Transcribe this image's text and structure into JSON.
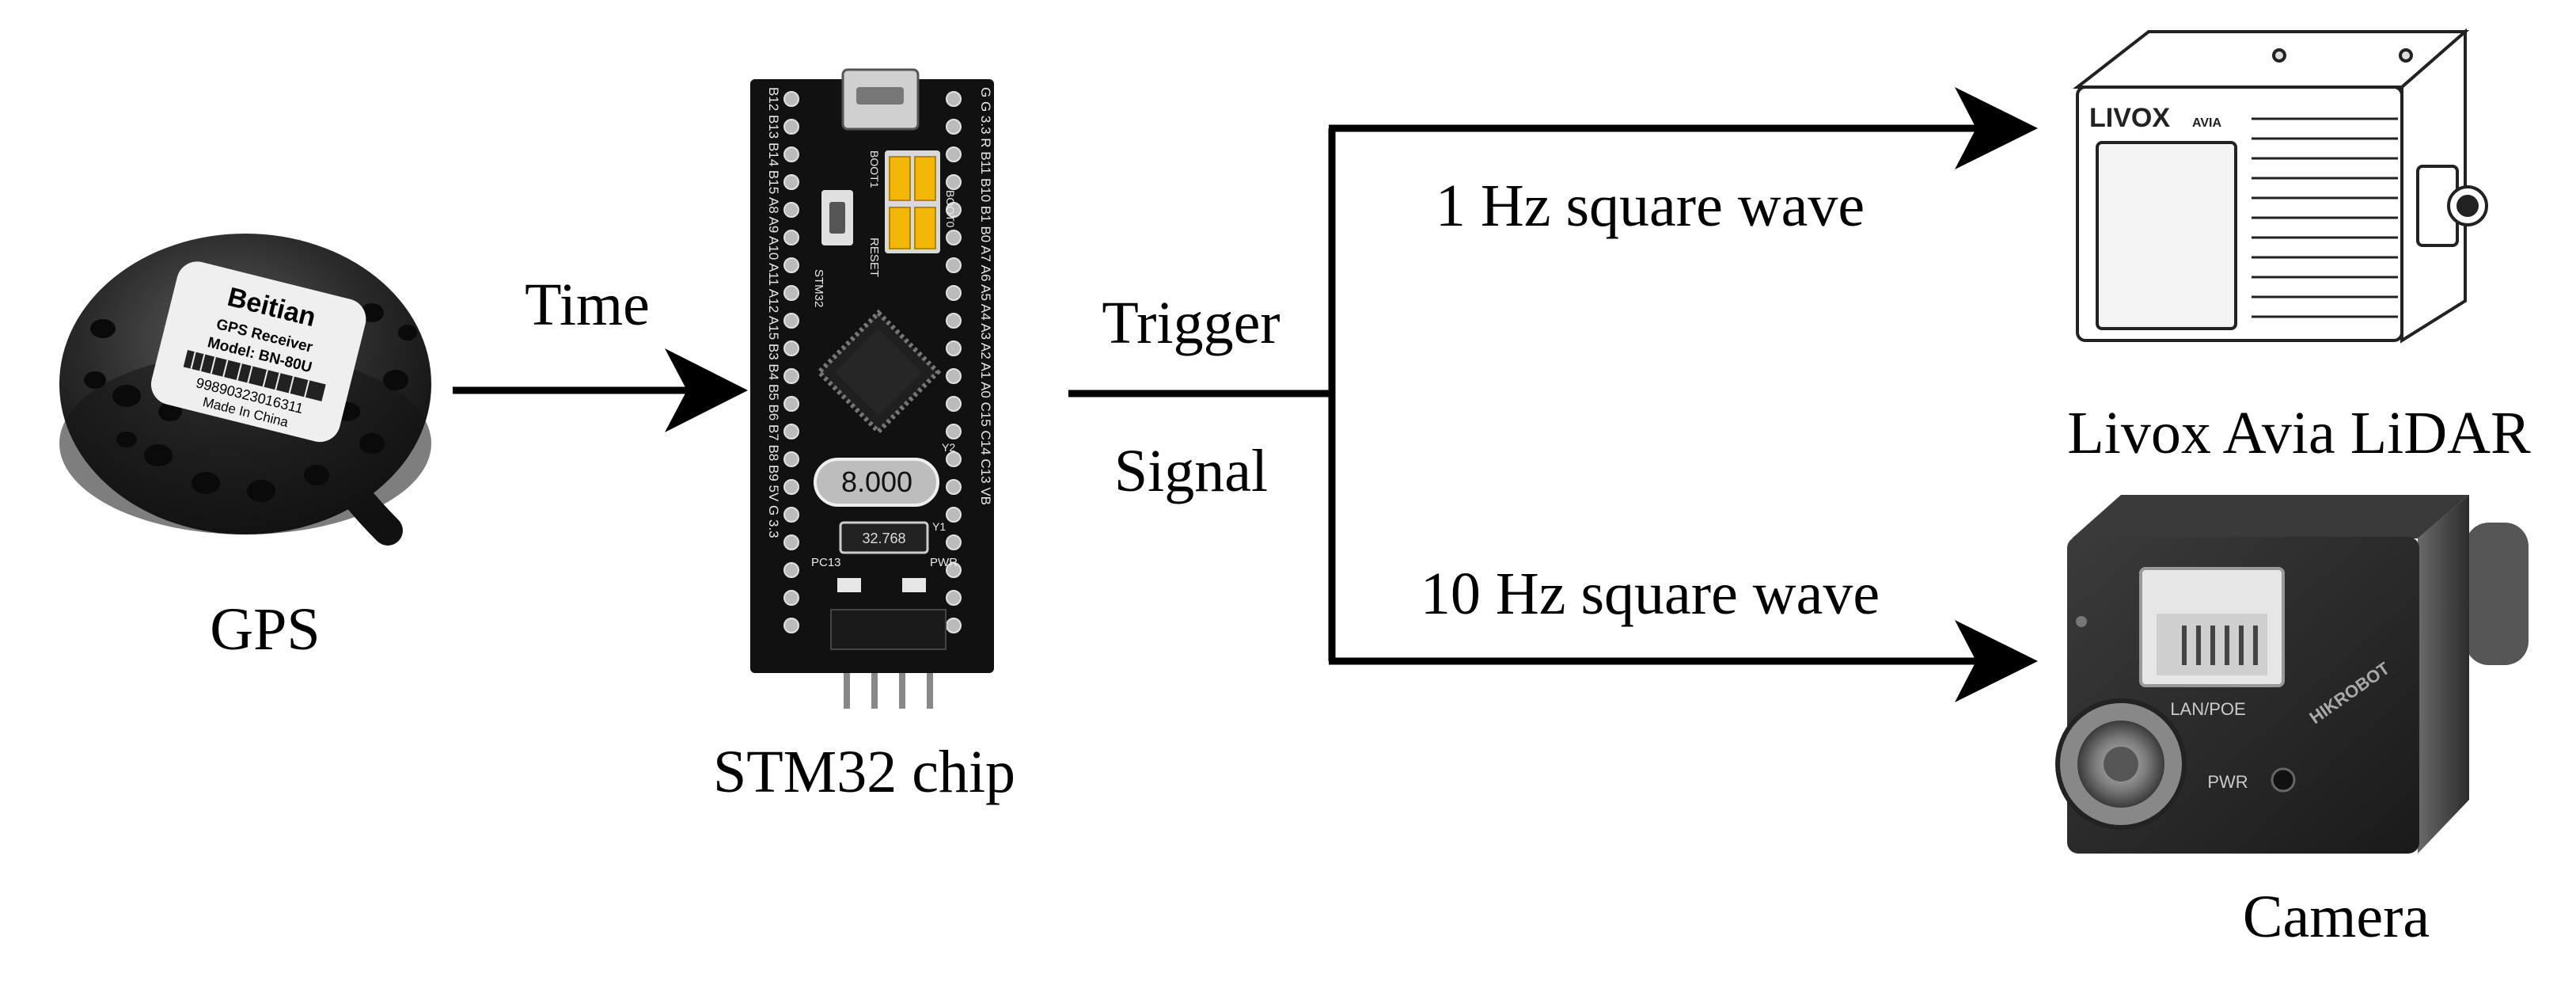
{
  "diagram": {
    "nodes": {
      "gps": {
        "label": "GPS",
        "device_text": {
          "brand": "Beitian",
          "line1": "GPS Receiver",
          "line2": "Model: BN-80U",
          "line3": "99890323016311",
          "line4": "Made In China"
        }
      },
      "stm32": {
        "label": "STM32 chip",
        "board_text": {
          "left_pins": "B12 B13 B14 B15 A8 A9 A10 A11 A12 A15 B3 B4 B5 B6 B7 B8 B9 5V G 3.3",
          "right_pins": "G G 3.3 R B11 B10 B1 B0 A7 A6 A5 A4 A3 A2 A1 A0 C15 C14 C13 VB",
          "boot0": "BOOT0",
          "boot1": "BOOT1",
          "reset": "RESET",
          "chip": "STM32",
          "crystal": "8.000",
          "crystal2": "32.768",
          "pc13": "PC13",
          "pwr": "PWR",
          "y1": "Y1",
          "y2": "Y2"
        }
      },
      "lidar": {
        "label": "Livox Avia LiDAR",
        "logo": "LIVOX",
        "model": "AVIA"
      },
      "camera": {
        "label": "Camera",
        "port_label": "LAN/POE",
        "pwr_label": "PWR",
        "brand": "HIKROBOT"
      }
    },
    "edges": {
      "time": {
        "label": "Time"
      },
      "trigger": {
        "label_line1": "Trigger",
        "label_line2": "Signal"
      },
      "to_lidar": {
        "label": "1 Hz square wave"
      },
      "to_camera": {
        "label": "10 Hz square wave"
      }
    },
    "colors": {
      "line": "#000000",
      "pcb": "#111111",
      "jumper": "#f2b705",
      "gps_body": "#1c1c1c",
      "camera_body": "#2a2a2a"
    }
  }
}
